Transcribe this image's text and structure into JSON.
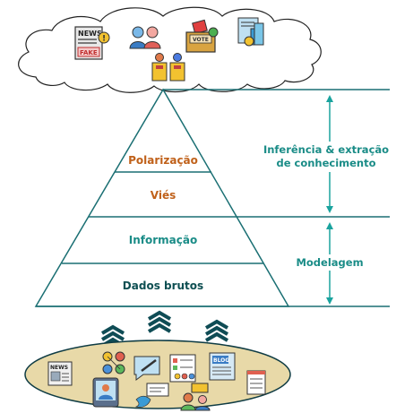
{
  "pyramid": {
    "levels": [
      {
        "label": "Polarização",
        "color": "#c0611a"
      },
      {
        "label": "Viés",
        "color": "#c0611a"
      },
      {
        "label": "Informação",
        "color": "#1a8c87"
      },
      {
        "label": "Dados brutos",
        "color": "#0e4f52"
      }
    ]
  },
  "side": {
    "inference_line1": "Inferência & extração",
    "inference_line2": "de conhecimento",
    "modeling": "Modelagem"
  },
  "cloud_icons": [
    "fake-news-newspaper-icon",
    "people-pair-icon",
    "vote-ballot-box-icon",
    "document-chart-icon",
    "debate-podium-icon"
  ],
  "base_icons": [
    "newspaper-icon",
    "social-network-icon",
    "chat-bubble-pen-icon",
    "survey-form-icon",
    "blog-page-icon",
    "notepad-icon",
    "video-call-tablet-icon",
    "twitter-bird-message-icon",
    "discussion-people-icon"
  ],
  "colors": {
    "line": "#1a6f73",
    "arrow": "#1aa39e",
    "chevron": "#0f4c55",
    "ellipse_fill": "#e8d9a8",
    "ellipse_stroke": "#0f3c44"
  }
}
